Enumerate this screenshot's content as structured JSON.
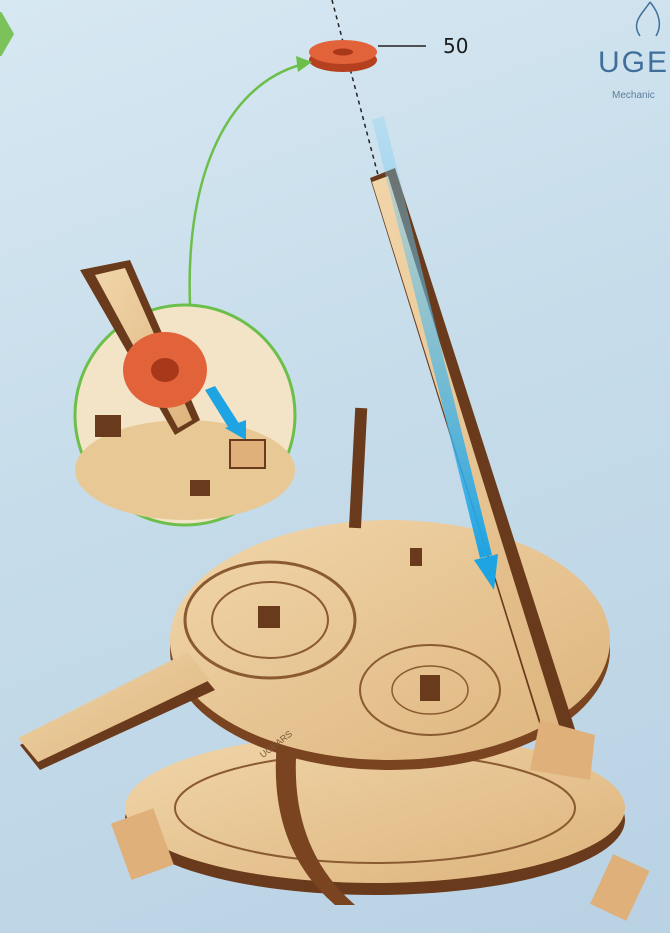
{
  "callout": {
    "part_number": "50"
  },
  "brand": {
    "name": "UGE",
    "tagline": "Mechanic"
  },
  "base": {
    "engraving": "UGEARS"
  },
  "colors": {
    "background": "#c6dcea",
    "wood_light": "#e9c997",
    "wood_edge": "#6a3a1c",
    "part_orange": "#d9562f",
    "arrow_blue": "#2aa9e6",
    "arrow_green": "#6cbf4a",
    "step_marker": "#7cc25a"
  },
  "icons": [
    "ugears-logo-icon",
    "step-arrow-icon",
    "curved-arrow-icon",
    "insert-arrow-icon"
  ]
}
